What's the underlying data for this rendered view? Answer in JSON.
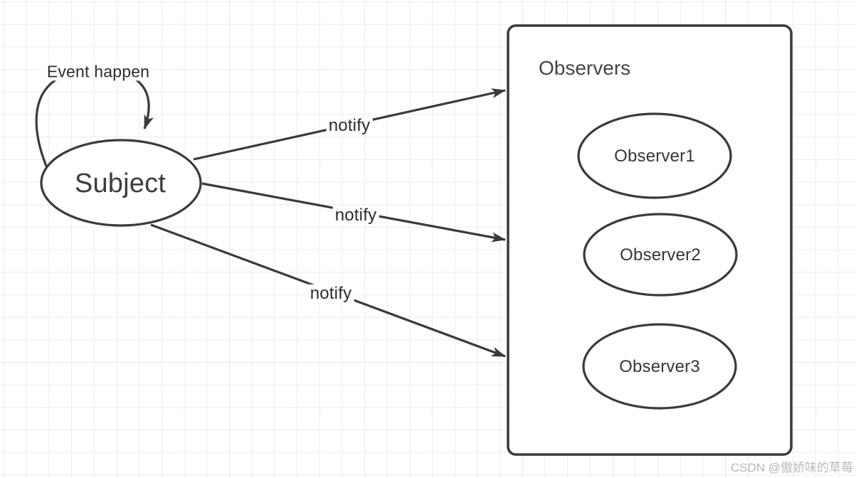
{
  "theme": {
    "stroke": "#3a3a3a",
    "text": "#2b2b2b",
    "grid": "#ebebeb",
    "canvas-bg": "#ffffff",
    "label-bg": "#ffffff",
    "watermark": "#b9b9b9"
  },
  "diagram": {
    "subject": {
      "label": "Subject"
    },
    "self_loop": {
      "label": "Event happen"
    },
    "edges": [
      {
        "label": "notify"
      },
      {
        "label": "notify"
      },
      {
        "label": "notify"
      }
    ],
    "observers_group": {
      "title": "Observers",
      "items": [
        {
          "label": "Observer1"
        },
        {
          "label": "Observer2"
        },
        {
          "label": "Observer3"
        }
      ]
    }
  },
  "watermark": "CSDN @傲娇味的草莓"
}
